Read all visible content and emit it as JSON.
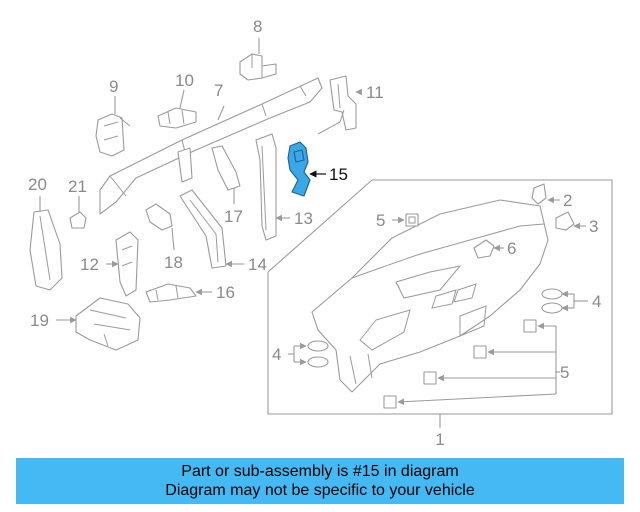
{
  "callouts": [
    "1",
    "2",
    "3",
    "4",
    "4",
    "5",
    "5",
    "6",
    "7",
    "8",
    "9",
    "10",
    "11",
    "12",
    "13",
    "14",
    "15",
    "16",
    "17",
    "18",
    "19",
    "20",
    "21"
  ],
  "highlight": {
    "part": "15",
    "color": "#3aa8e6"
  },
  "banner": {
    "line1": "Part or sub-assembly is #15 in diagram",
    "line2": "Diagram may not be specific to your vehicle",
    "color": "#45b9f3"
  }
}
